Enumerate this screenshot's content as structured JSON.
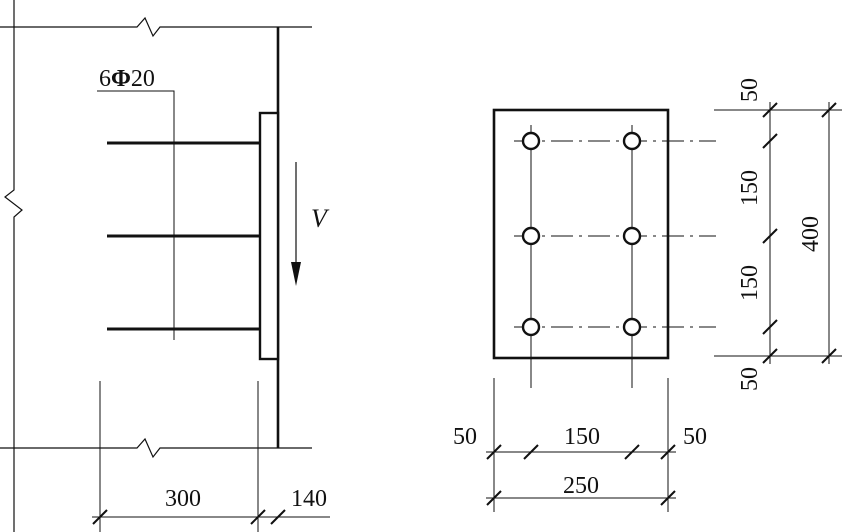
{
  "side_view": {
    "rebar_label": "6Φ20",
    "rebar_prefix": "6",
    "rebar_symbol": "Φ",
    "rebar_suffix": "20",
    "force_label": "V",
    "dim_anchor_length": "300",
    "dim_plate_offset": "140"
  },
  "plan_view": {
    "dim_left_edge": "50",
    "dim_bolt_spacing_h": "150",
    "dim_right_edge": "50",
    "dim_total_width": "250",
    "dim_top_edge": "50",
    "dim_bolt_spacing_v1": "150",
    "dim_bolt_spacing_v2": "150",
    "dim_bottom_edge": "50",
    "dim_total_height": "400"
  }
}
